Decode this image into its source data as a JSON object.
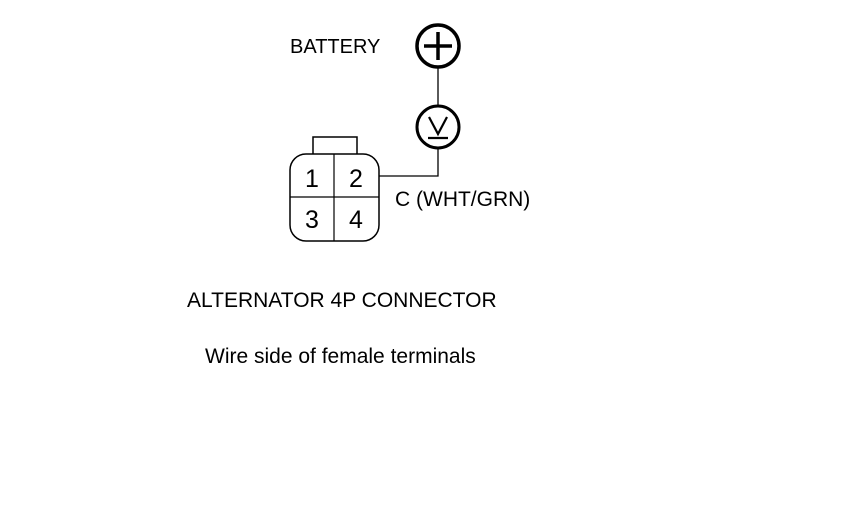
{
  "diagram": {
    "battery_label": "BATTERY",
    "wire_label": "C (WHT/GRN)",
    "connector_title": "ALTERNATOR 4P CONNECTOR",
    "connector_subtitle": "Wire side of female terminals",
    "pins": [
      "1",
      "2",
      "3",
      "4"
    ],
    "symbols": {
      "battery": "battery-positive-icon",
      "meter": "voltmeter-icon"
    }
  }
}
